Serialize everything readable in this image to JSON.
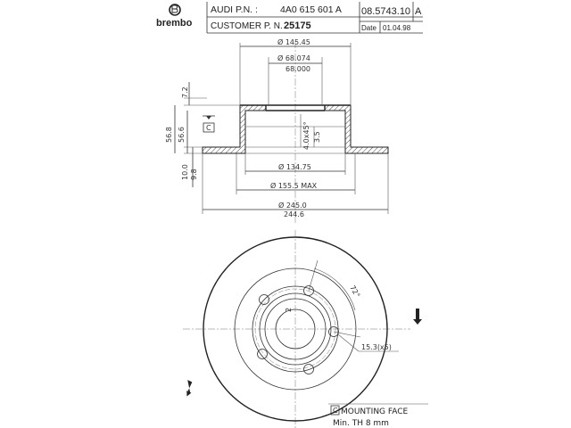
{
  "brand": {
    "name": "brembo"
  },
  "title_block": {
    "line1_label": "AUDI P.N. :",
    "line1_value": "4A0 615 601 A",
    "line2_label": "CUSTOMER P. N.",
    "line2_value": "25175",
    "code": "08.5743.10",
    "revision": "A",
    "date_label": "Date",
    "date_value": "01.04.98"
  },
  "dimensions": {
    "d_hat_outer": "Ø 145.45",
    "d_center_bore_a": "Ø 68.074",
    "d_center_bore_b": "68.000",
    "h_top": "7.2",
    "h_total_a": "56.8",
    "h_total_b": "56.6",
    "thickness_a": "10.0",
    "thickness_b": "9.8",
    "chamfer": "4.0x45°",
    "chamfer_depth": "3.5",
    "d_inner": "Ø 134.75",
    "d_max": "Ø 155.5 MAX",
    "d_outer_a": "Ø 245.0",
    "d_outer_b": "244.6",
    "angle": "72°",
    "bolt_hole": "15.3(x5)",
    "datum": "C"
  },
  "notes": {
    "mounting_face": "MOUNTING FACE",
    "min_th": "Min. TH 8  mm"
  }
}
